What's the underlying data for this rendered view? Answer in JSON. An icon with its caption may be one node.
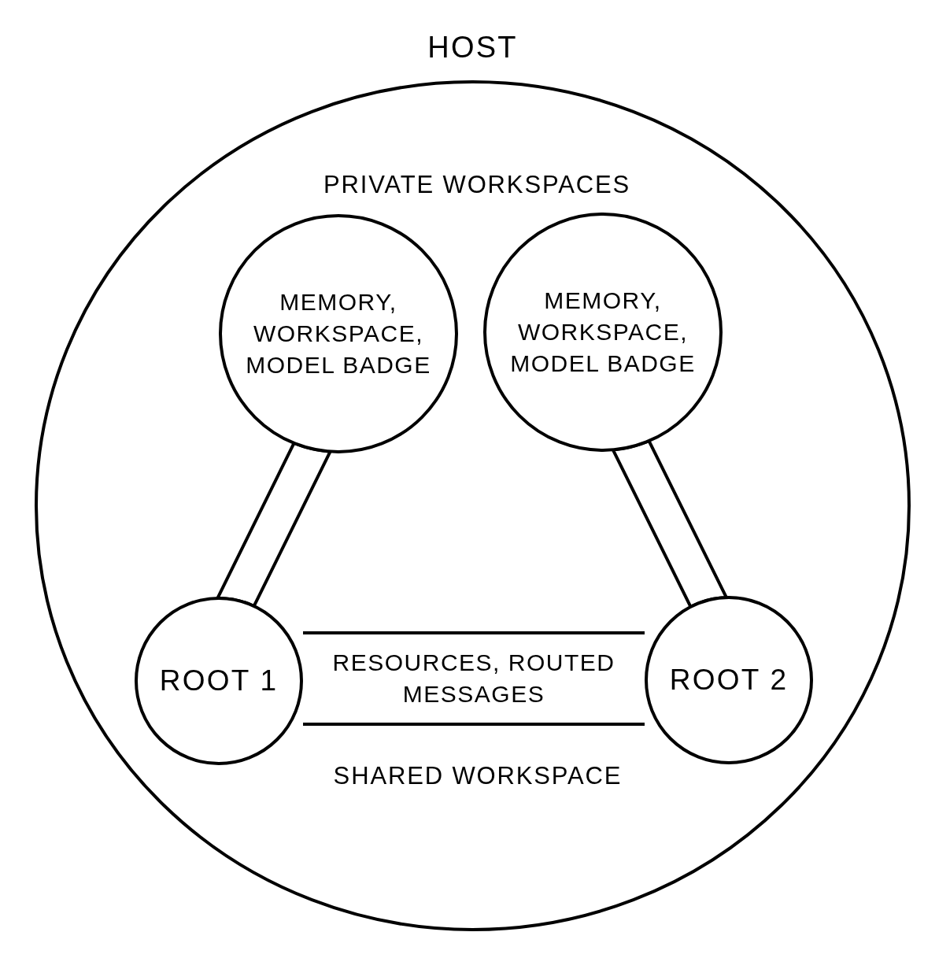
{
  "diagram": {
    "nodes": [
      {
        "text": [
          "HOST"
        ]
      },
      {
        "text": [
          "MEMORY, WORKSPACE, MODEL BADGE"
        ],
        "in": 0
      },
      {
        "text": [
          "MEMORY, WORKSPACE, MODEL BADGE"
        ],
        "in": 0
      },
      {
        "text": [
          "ROOT 1"
        ],
        "in": 0
      },
      {
        "text": [
          "RESOURCES, ROUTED MESSAGES"
        ],
        "in": 0,
        "beside": [
          "SHARED WORKSPACE"
        ]
      },
      {
        "text": [
          "ROOT 2"
        ],
        "in": 0
      }
    ],
    "edges": [
      {
        "from": 1,
        "to": 3,
        "arrow": "none"
      },
      {
        "from": 2,
        "to": 5,
        "arrow": "none"
      }
    ],
    "labels": [
      "PRIVATE WORKSPACES"
    ]
  }
}
